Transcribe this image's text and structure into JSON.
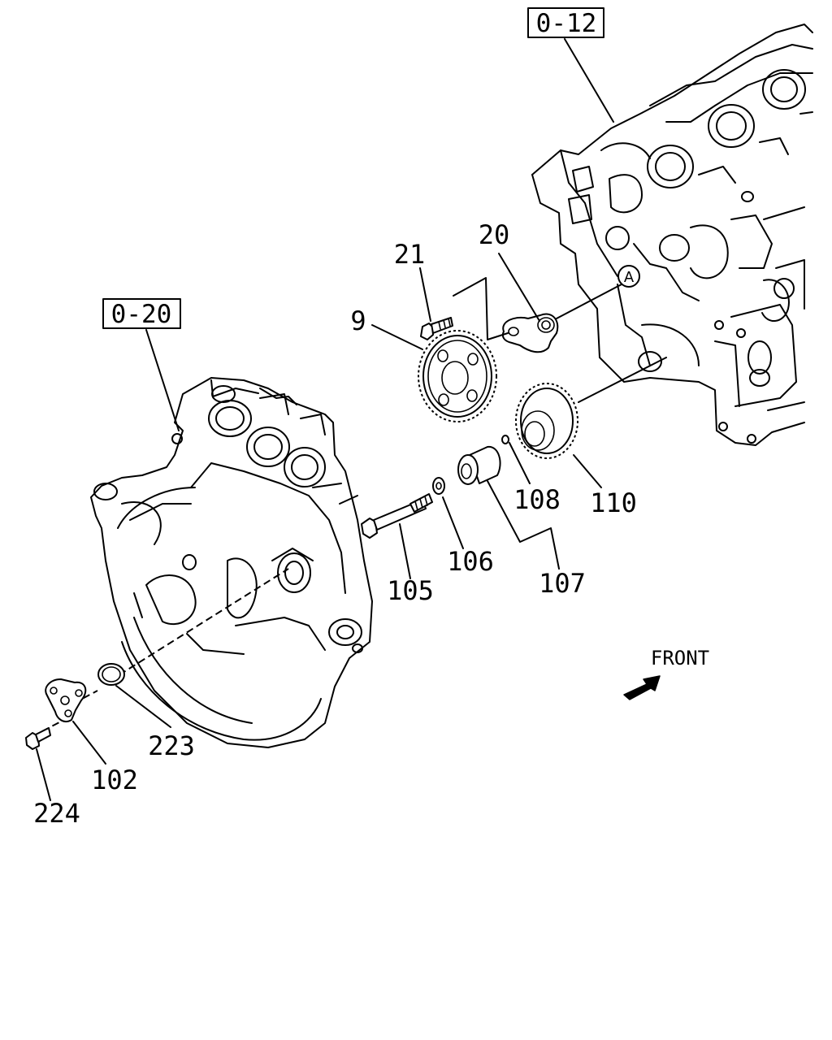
{
  "references": {
    "block": "0-12",
    "housing": "0-20"
  },
  "callouts": {
    "p9": "9",
    "p20": "20",
    "p21": "21",
    "p102": "102",
    "p105": "105",
    "p106": "106",
    "p107": "107",
    "p108": "108",
    "p110": "110",
    "p223": "223",
    "p224": "224"
  },
  "marker_a": "A",
  "direction": {
    "label": "FRONT",
    "icon": "arrow-icon"
  }
}
